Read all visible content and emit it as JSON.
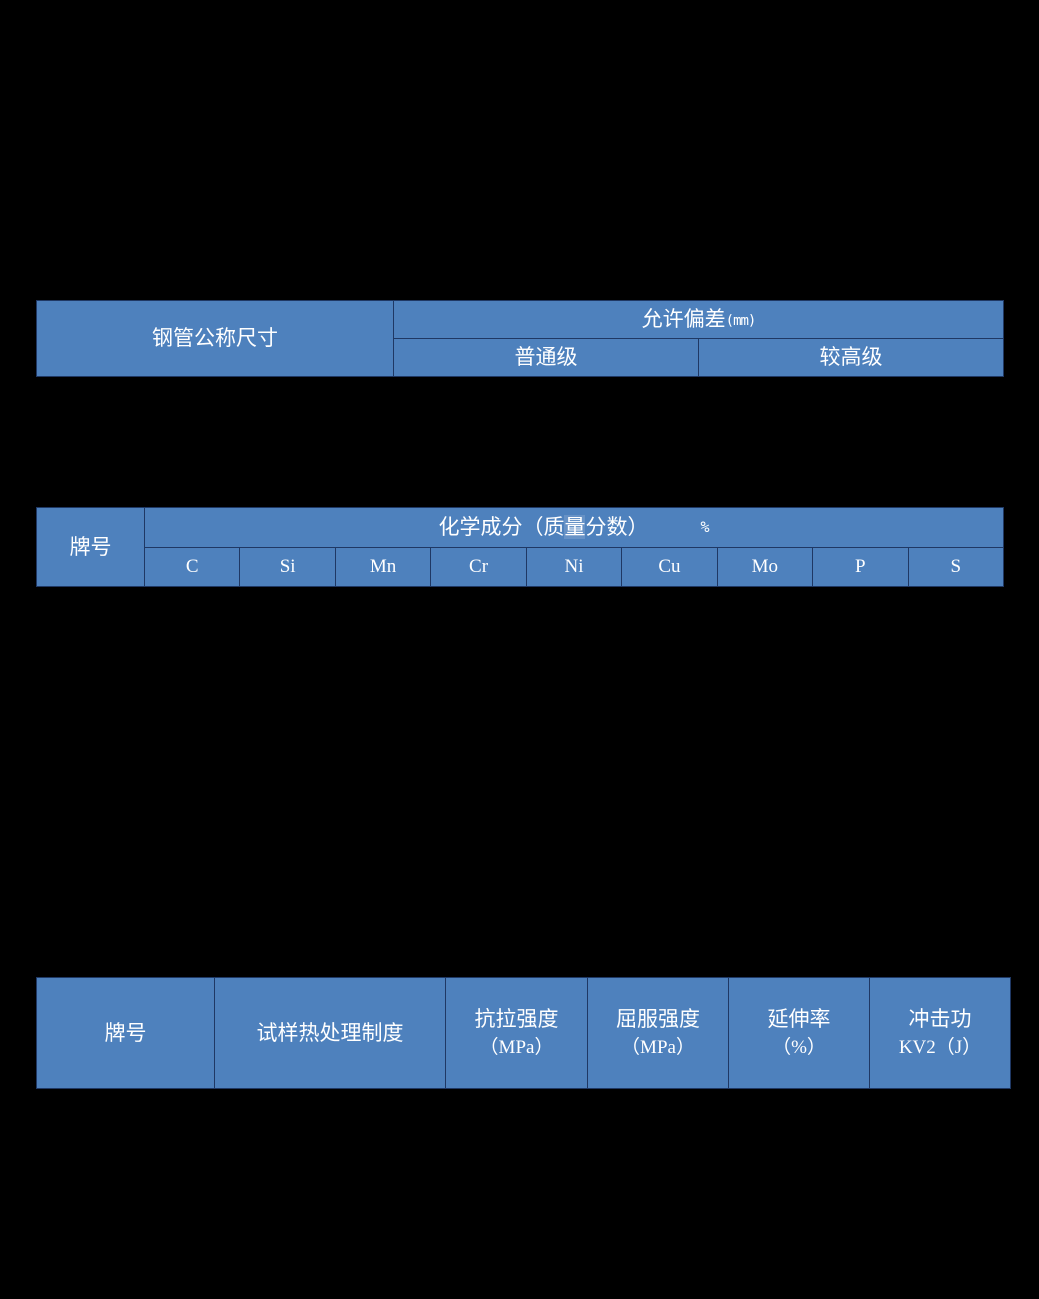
{
  "document": {
    "background_color": "#000000",
    "table_fill_color": "#4E81BD",
    "table_border_color": "#1F3864",
    "text_color": "#FFFFFF"
  },
  "tables": [
    {
      "id": "dimension-tolerance",
      "name": "钢管公称尺寸允许偏差表",
      "header_rows": [
        {
          "cells": [
            {
              "text": "钢管公称尺寸",
              "rowspan": 2,
              "colspan": 1
            },
            {
              "text": "允许偏差",
              "unit": "(mm)",
              "rowspan": 1,
              "colspan": 2
            }
          ]
        },
        {
          "cells": [
            {
              "text": "普通级"
            },
            {
              "text": "较高级"
            }
          ]
        }
      ]
    },
    {
      "id": "chemical-composition",
      "name": "化学成分表",
      "header_rows": [
        {
          "cells": [
            {
              "text": "牌号",
              "rowspan": 2,
              "colspan": 1
            },
            {
              "text": "化学成分（质量分数）",
              "unit": "%",
              "rowspan": 1,
              "colspan": 9
            }
          ]
        },
        {
          "cells": [
            {
              "text": "C"
            },
            {
              "text": "Si"
            },
            {
              "text": "Mn"
            },
            {
              "text": "Cr"
            },
            {
              "text": "Ni"
            },
            {
              "text": "Cu"
            },
            {
              "text": "Mo"
            },
            {
              "text": "P"
            },
            {
              "text": "S"
            }
          ]
        }
      ]
    },
    {
      "id": "mechanical-properties",
      "name": "力学性能表",
      "header_rows": [
        {
          "cells": [
            {
              "line1": "牌号",
              "line2": ""
            },
            {
              "line1": "试样热处理制度",
              "line2": ""
            },
            {
              "line1": "抗拉强度",
              "line2": "（MPa）"
            },
            {
              "line1": "屈服强度",
              "line2": "（MPa）"
            },
            {
              "line1": "延伸率",
              "line2": "（%）"
            },
            {
              "line1": "冲击功",
              "line2": "KV2（J）"
            }
          ]
        }
      ]
    }
  ],
  "table1": {
    "col_nominal_size": "钢管公称尺寸",
    "col_tolerance": "允许偏差",
    "col_tolerance_unit": "(mm)",
    "col_grade_normal": "普通级",
    "col_grade_high": "较高级"
  },
  "table2": {
    "col_grade": "牌号",
    "chem_label_a": "化学成分（质",
    "chem_label_hl": "量",
    "chem_label_b": "分数）",
    "chem_unit": "%",
    "elements": [
      "C",
      "Si",
      "Mn",
      "Cr",
      "Ni",
      "Cu",
      "Mo",
      "P",
      "S"
    ]
  },
  "table3": {
    "col_grade": "牌号",
    "col_heat_treatment": "试样热处理制度",
    "col_tensile_l1": "抗拉强度",
    "col_tensile_l2": "（MPa）",
    "col_yield_l1": "屈服强度",
    "col_yield_l2": "（MPa）",
    "col_elongation_l1": "延伸率",
    "col_elongation_l2": "（%）",
    "col_impact_l1": "冲击功",
    "col_impact_l2": "KV2（J）"
  }
}
